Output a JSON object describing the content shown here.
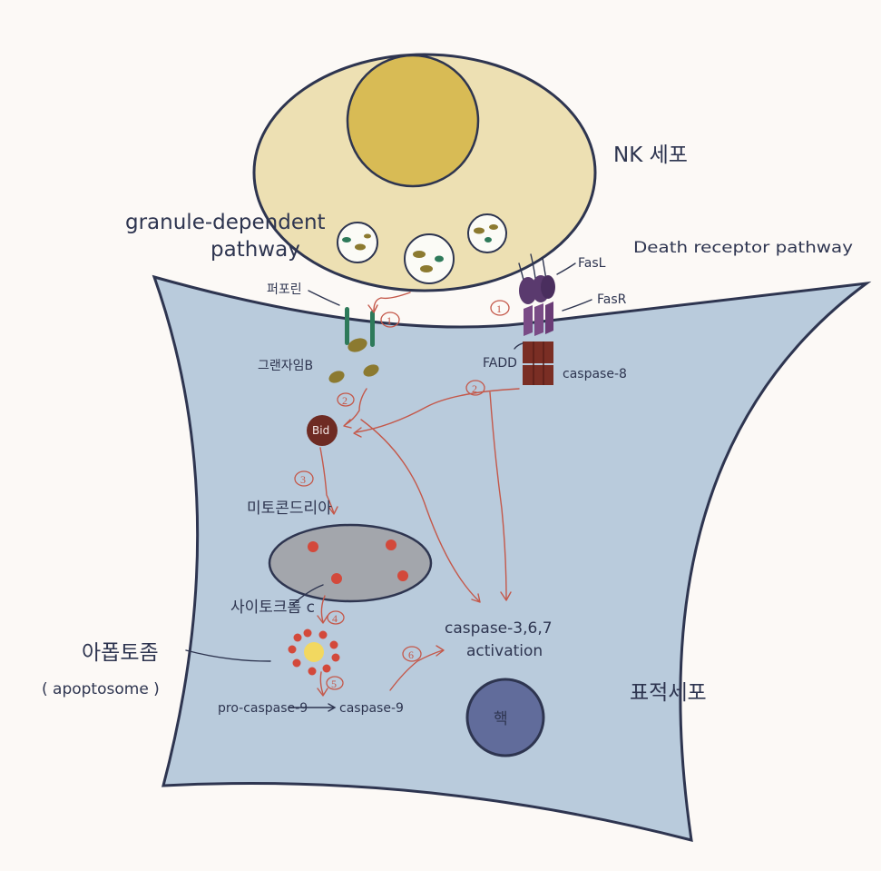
{
  "nk_cell": {
    "label": "NK 세포"
  },
  "target_cell": {
    "label": "표적세포"
  },
  "nucleus": {
    "label": "핵"
  },
  "granule_pathway": {
    "line1": "granule-dependent",
    "line2": "pathway"
  },
  "death_receptor_pathway": {
    "label": "Death receptor pathway"
  },
  "perforin": {
    "label": "퍼포린"
  },
  "granzyme_b": {
    "label": "그랜자임B"
  },
  "bid": {
    "label": "Bid"
  },
  "mitochondria": {
    "label": "미토콘드리아"
  },
  "cytochrome_c": {
    "label": "사이토크롬 c"
  },
  "apoptosome": {
    "label_ko": "아폽토좀",
    "label_en": "( apoptosome )"
  },
  "procaspase": {
    "label": "pro-caspase-9",
    "product": "caspase-9"
  },
  "caspase_activation": {
    "line1": "caspase-3,6,7",
    "line2": "activation"
  },
  "fasl": {
    "label": "FasL"
  },
  "fasr": {
    "label": "FasR"
  },
  "fadd": {
    "label": "FADD"
  },
  "caspase8": {
    "label": "caspase-8"
  },
  "steps": {
    "s1_granule": "1",
    "s1_receptor": "1",
    "s2_granule": "2",
    "s2_receptor": "2",
    "s3": "3",
    "s4": "4",
    "s5": "5",
    "s6": "6"
  },
  "colors": {
    "target_cell_fill": "#b9cbdc",
    "nk_cell_fill": "#ede0b3",
    "nk_nucleus_fill": "#d8bb55",
    "outline": "#2e3550",
    "arrow_red": "#c4584a",
    "mitochondria_fill": "#a3a6ac",
    "nucleus_fill": "#616c9b",
    "bid_fill": "#6e2b23",
    "fas_ligand_fill": "#5a3a6e",
    "fas_receptor_fill": "#7a4b86",
    "caspase8_fill": "#7a2e24",
    "perforin_fill": "#2e7a5a",
    "granzyme_fill": "#8c7a30"
  }
}
